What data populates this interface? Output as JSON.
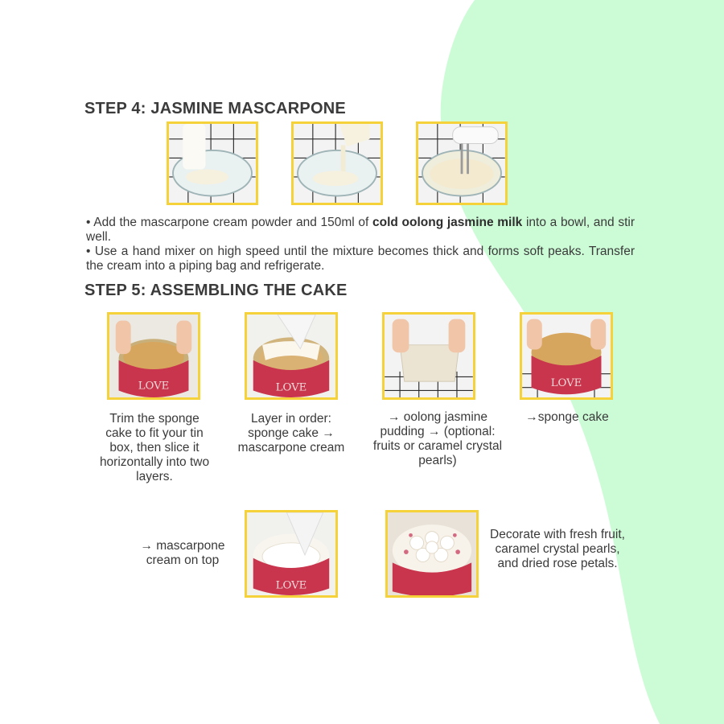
{
  "colors": {
    "background": "#ffffff",
    "blob": "#ccfcd6",
    "photo_border": "#f6d23a",
    "text": "#3a3a3a"
  },
  "step4": {
    "title": "STEP 4: JASMINE MASCARPONE",
    "photos": [
      "pouring-cream-photo",
      "pouring-milk-photo",
      "hand-mixer-photo"
    ],
    "bullet1_prefix": "• Add the mascarpone cream powder and 150ml of ",
    "bullet1_bold": "cold oolong jasmine milk",
    "bullet1_suffix": " into a bowl, and stir well.",
    "bullet2": "• Use a hand mixer on high speed until the mixture becomes thick and forms soft peaks. Transfer the cream into a piping bag and refrigerate."
  },
  "step5": {
    "title": "STEP 5: ASSEMBLING THE CAKE",
    "captions": {
      "c1": "Trim the sponge cake to fit your tin box, then slice it horizontally into two layers.",
      "c2": "Layer in order: sponge cake → mascarpone cream",
      "c3": "→ oolong jasmine pudding → (optional: fruits or caramel crystal pearls)",
      "c4": "→sponge cake",
      "c5": "→ mascarpone cream on top",
      "c6": "Decorate with fresh fruit, caramel crystal pearls, and dried rose petals."
    }
  }
}
